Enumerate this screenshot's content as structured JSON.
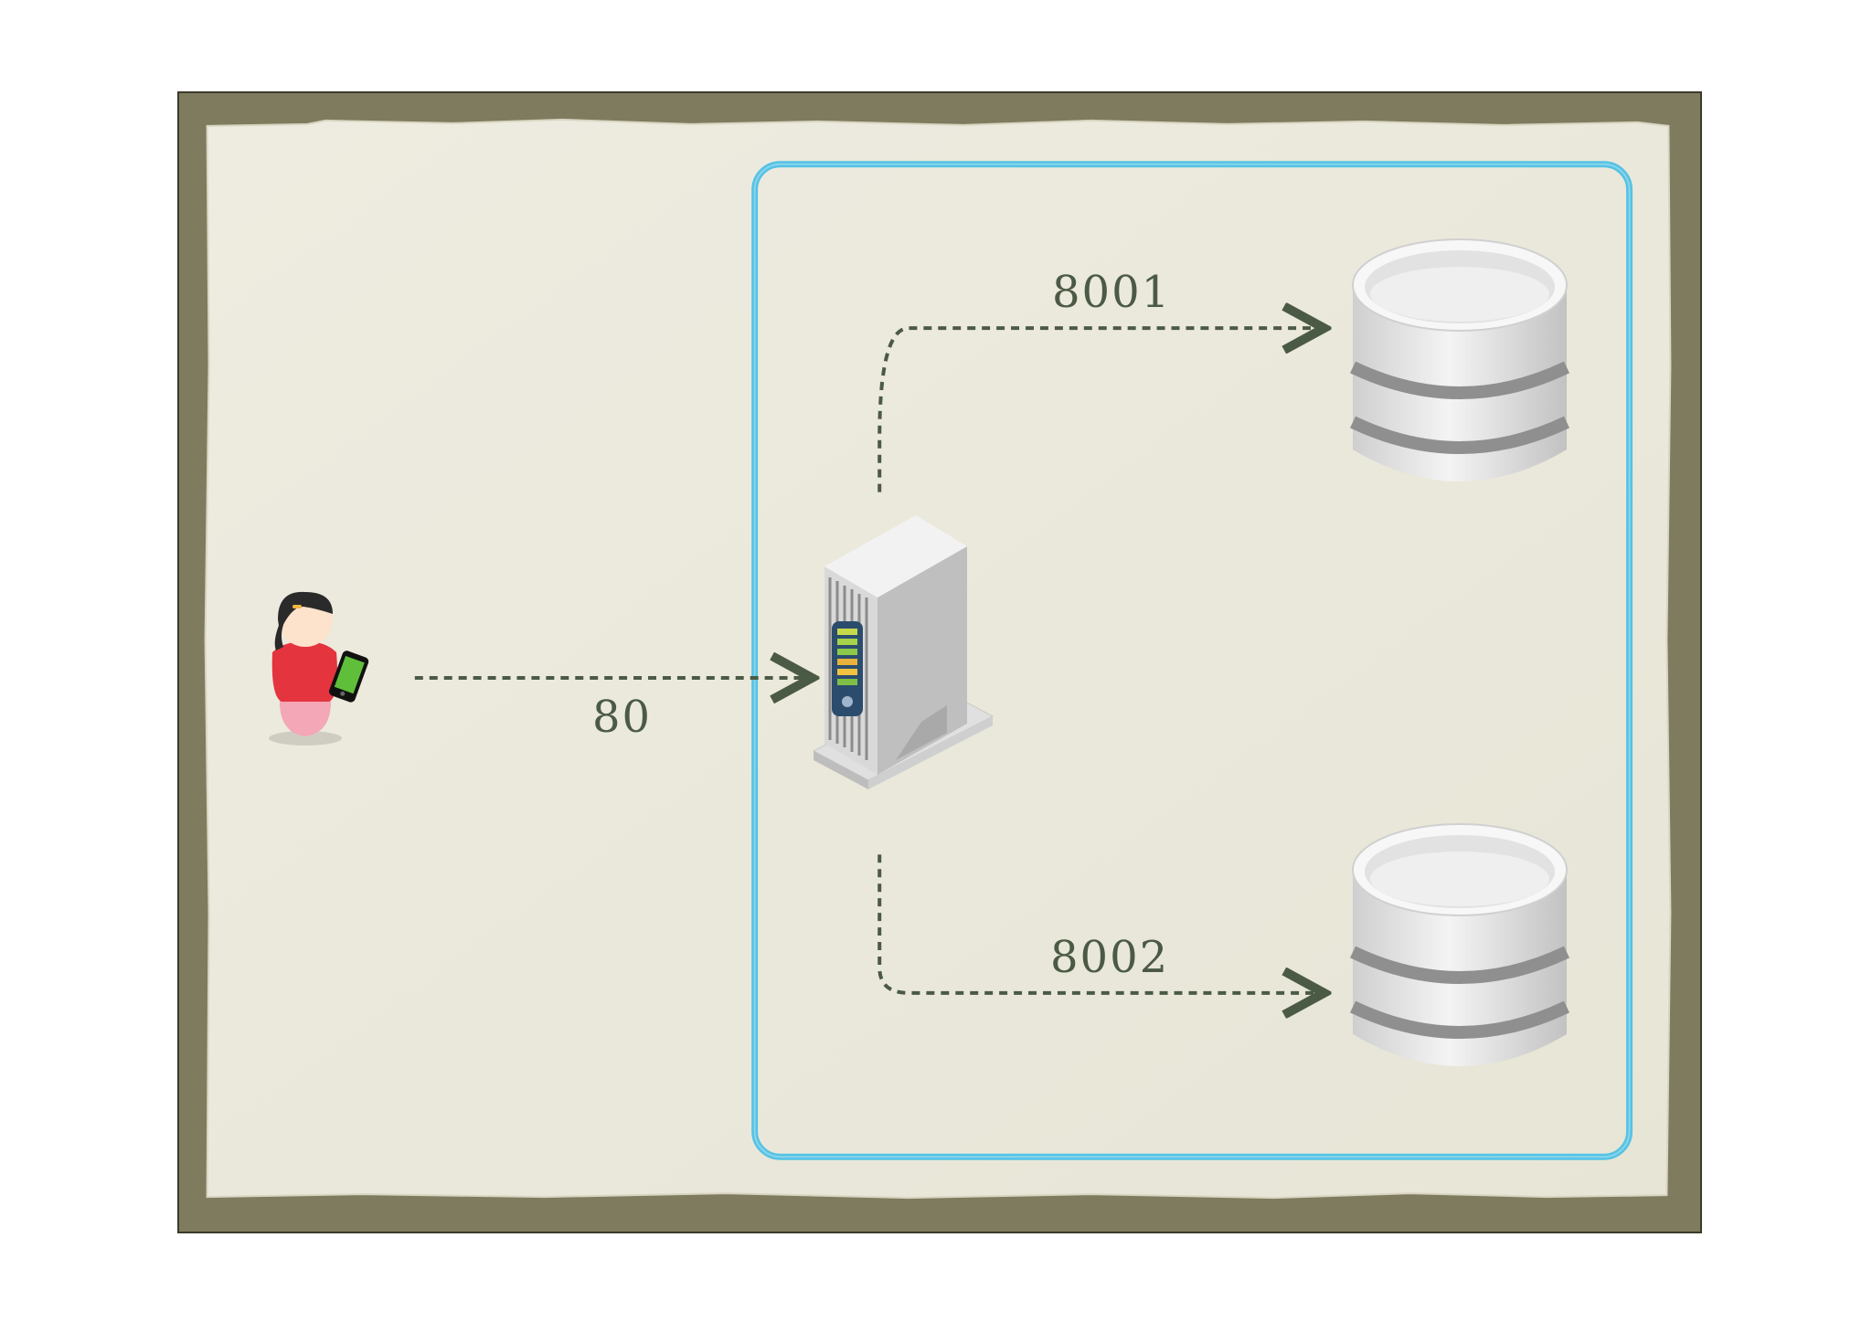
{
  "diagram": {
    "nodes": [
      {
        "id": "user",
        "kind": "person-with-phone",
        "icon": "user-icon"
      },
      {
        "id": "router",
        "kind": "server",
        "icon": "server-icon"
      },
      {
        "id": "db1",
        "kind": "database",
        "icon": "database-icon"
      },
      {
        "id": "db2",
        "kind": "database",
        "icon": "database-icon"
      }
    ],
    "edges": [
      {
        "from": "user",
        "to": "router",
        "label": "80",
        "style": "dashed-arrow"
      },
      {
        "from": "router",
        "to": "db1",
        "label": "8001",
        "style": "dashed-arrow"
      },
      {
        "from": "router",
        "to": "db2",
        "label": "8002",
        "style": "dashed-arrow"
      }
    ],
    "colors": {
      "frame": "#7f7b5e",
      "paper": "#ebe9db",
      "group_border": "#55c2e4",
      "edge": "#4b5a44",
      "label": "#4b5a44"
    }
  }
}
